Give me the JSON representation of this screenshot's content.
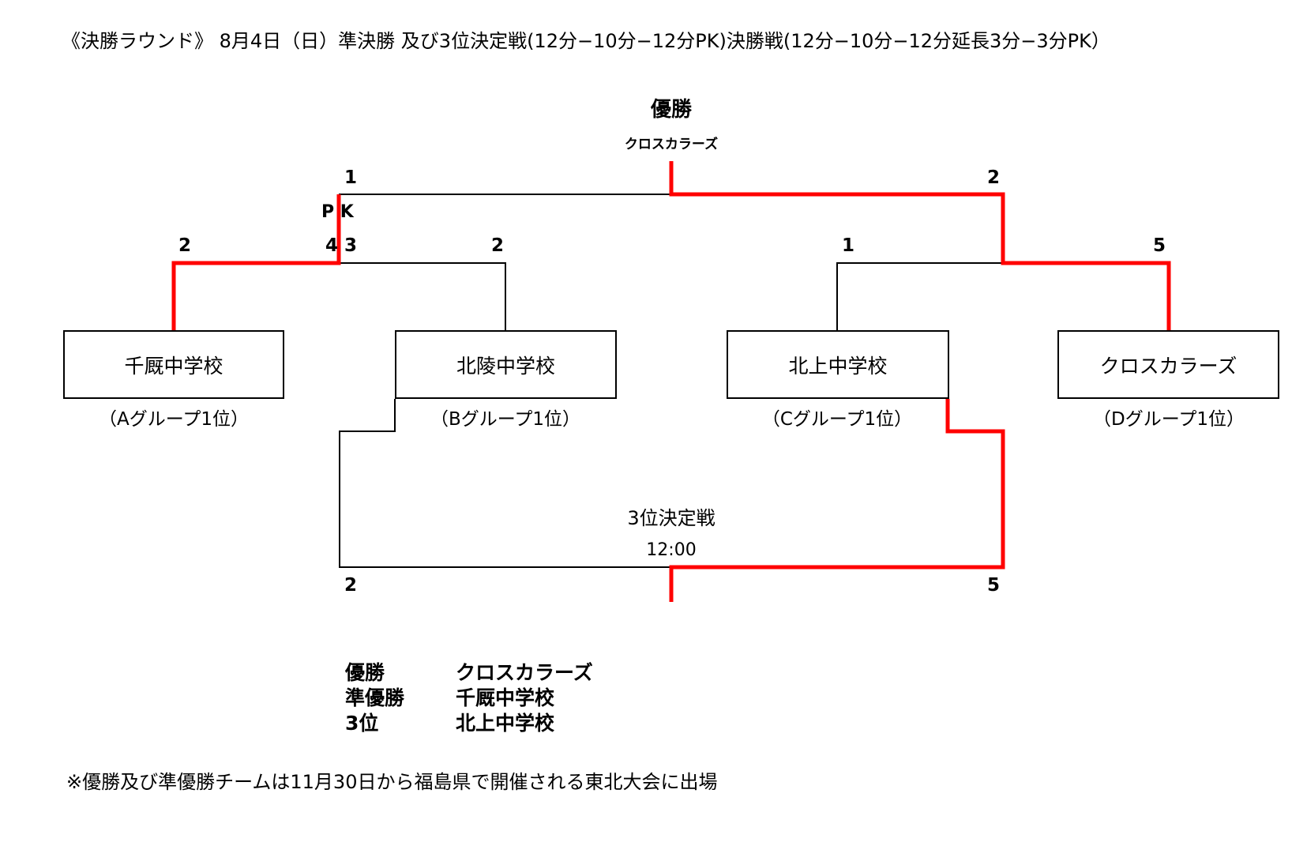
{
  "header": "《決勝ラウンド》 8月4日（日）準決勝 及び3位決定戦(12分−10分−12分PK)決勝戦(12分−10分−12分延長3分−3分PK）",
  "final": {
    "title": "優勝",
    "winner": "クロスカラーズ",
    "score_left": "1",
    "score_right": "2"
  },
  "semifinal_left": {
    "pk_label": "P K",
    "score_left": "2",
    "pk_left": "4",
    "pk_right": "3",
    "score_right": "2"
  },
  "semifinal_right": {
    "score_left": "1",
    "score_right": "5"
  },
  "teams": [
    {
      "name": "千厩中学校",
      "group": "（Aグループ1位）"
    },
    {
      "name": "北陵中学校",
      "group": "（Bグループ1位）"
    },
    {
      "name": "北上中学校",
      "group": "（Cグループ1位）"
    },
    {
      "name": "クロスカラーズ",
      "group": "（Dグループ1位）"
    }
  ],
  "third_place": {
    "title": "3位決定戦",
    "time": "12:00",
    "score_left": "2",
    "score_right": "5"
  },
  "results": [
    {
      "label": "優勝",
      "team": "クロスカラーズ"
    },
    {
      "label": "準優勝",
      "team": "千厩中学校"
    },
    {
      "label": "3位",
      "team": "北上中学校"
    }
  ],
  "note": "※優勝及び準優勝チームは11月30日から福島県で開催される東北大会に出場",
  "colors": {
    "winner_line": "#ff0000",
    "line": "#000000"
  }
}
